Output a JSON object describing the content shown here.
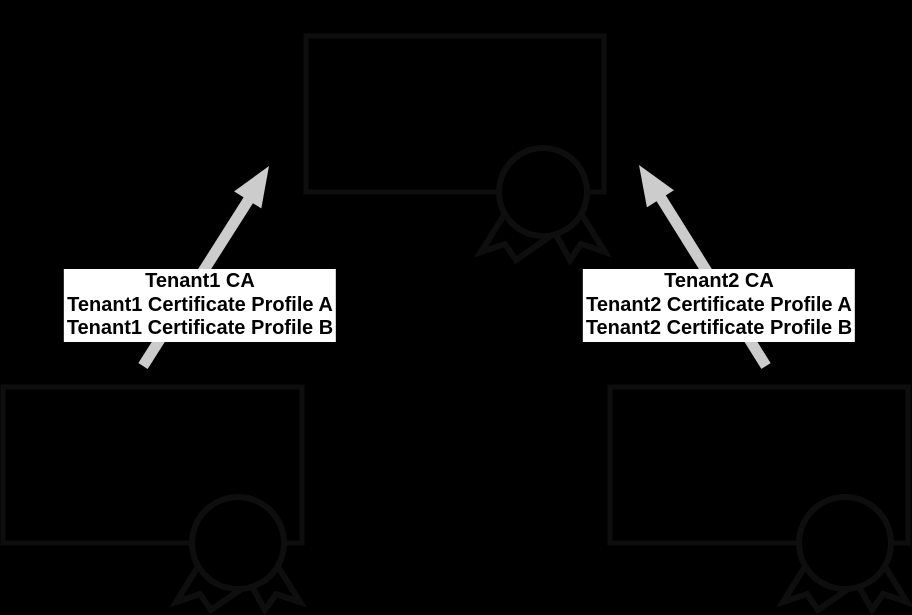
{
  "colors": {
    "canvas_background": "#000000",
    "certificate_outline": "#0e0e0e",
    "arrow": "#cccccc",
    "label_background": "#ffffff",
    "label_text": "#000000"
  },
  "labels": {
    "tenant1": {
      "lines": [
        "Tenant1 CA",
        "Tenant1 Certificate Profile A",
        "Tenant1 Certificate Profile B"
      ]
    },
    "tenant2": {
      "lines": [
        "Tenant2 CA",
        "Tenant2 Certificate Profile A",
        "Tenant2 Certificate Profile B"
      ]
    }
  }
}
